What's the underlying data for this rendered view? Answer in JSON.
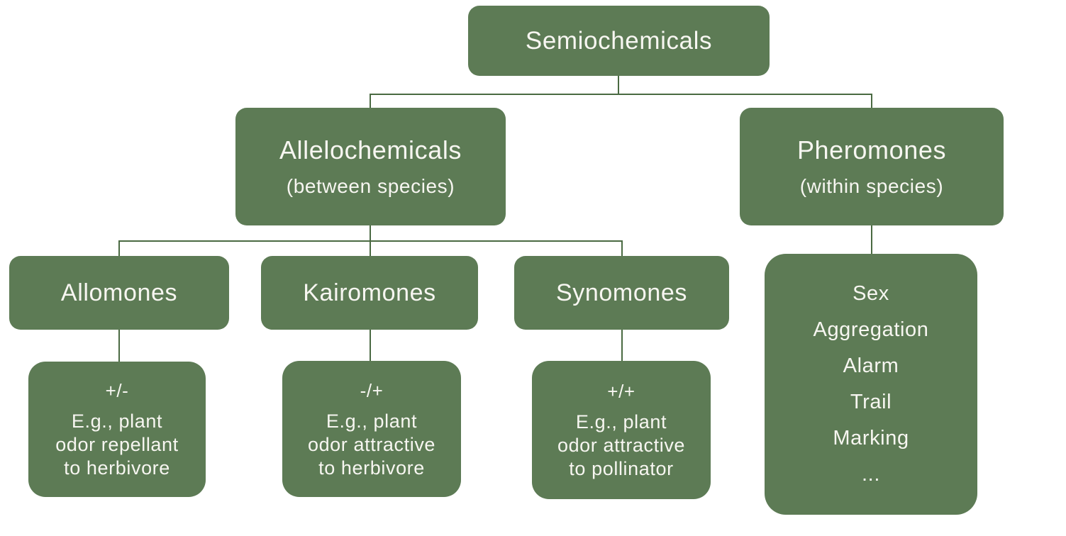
{
  "colors": {
    "background": "#ffffff",
    "box_fill": "#5d7b55",
    "line": "#4a6a42",
    "text": "#f7f6f1"
  },
  "nodes": {
    "semiochemicals": {
      "label": "Semiochemicals"
    },
    "allelochemicals": {
      "label": "Allelochemicals",
      "sublabel": "(between species)"
    },
    "pheromones": {
      "label": "Pheromones",
      "sublabel": "(within species)"
    },
    "allomones": {
      "label": "Allomones"
    },
    "kairomones": {
      "label": "Kairomones"
    },
    "synomones": {
      "label": "Synomones"
    },
    "allomones_example": {
      "sign": "+/-",
      "lines": [
        "E.g., plant",
        "odor repellant",
        "to herbivore"
      ]
    },
    "kairomones_example": {
      "sign": "-/+",
      "lines": [
        "E.g., plant",
        "odor attractive",
        "to herbivore"
      ]
    },
    "synomones_example": {
      "sign": "+/+",
      "lines": [
        "E.g., plant",
        "odor attractive",
        "to pollinator"
      ]
    },
    "pheromone_types": [
      "Sex",
      "Aggregation",
      "Alarm",
      "Trail",
      "Marking",
      "..."
    ]
  }
}
